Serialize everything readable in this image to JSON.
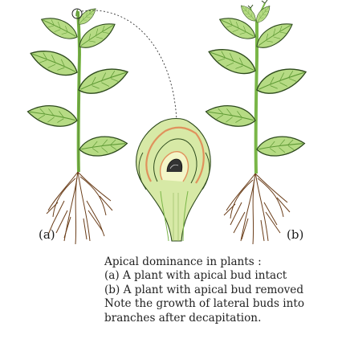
{
  "figure": {
    "panel_a_label": "(a)",
    "panel_b_label": "(b)",
    "colors": {
      "leaf": "#b6db84",
      "leaf_dark": "#5f9a35",
      "stem": "#7ab648",
      "root": "#6b3e1a",
      "bud_section_green": "#d7e9a6",
      "bud_section_orange": "#e0915c",
      "outline": "#2d4a1c"
    }
  },
  "caption": {
    "title": "Apical dominance in plants :",
    "line_a": "(a) A plant with apical bud intact",
    "line_b": "(b) A plant with apical bud removed",
    "note_line1": "Note the growth of lateral buds into",
    "note_line2": "branches after decapitation."
  }
}
